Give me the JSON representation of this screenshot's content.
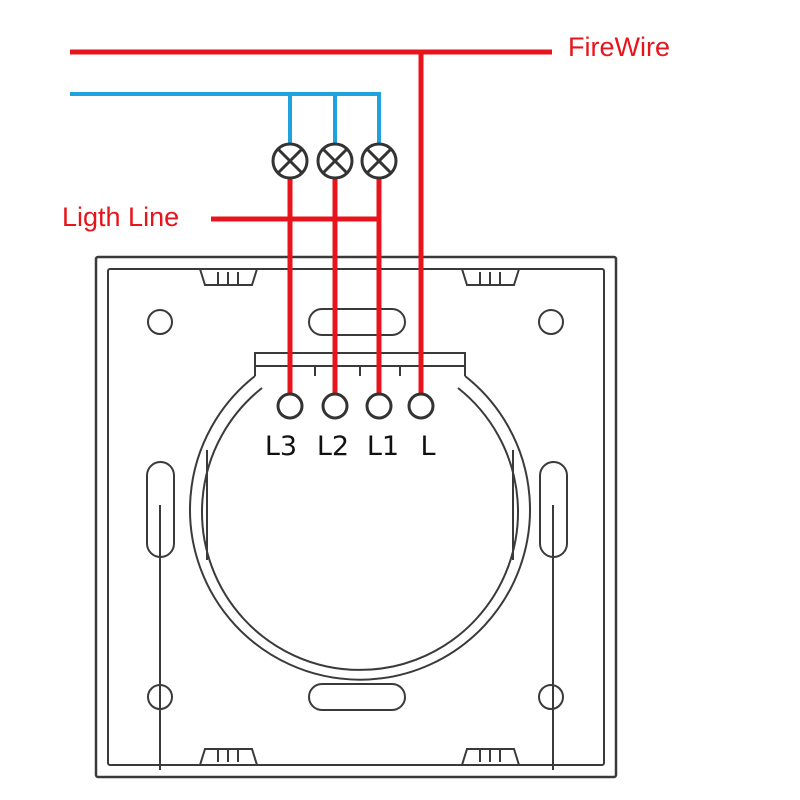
{
  "labels": {
    "fire_wire": "FireWire",
    "light_line": "Ligth Line"
  },
  "terminals": [
    "L3",
    "L2",
    "L1",
    "L"
  ],
  "lamp_count": 3,
  "colors": {
    "fire_wire": "#e8141b",
    "neutral_wire": "#1fa3df",
    "outline": "#3a3a3a"
  }
}
